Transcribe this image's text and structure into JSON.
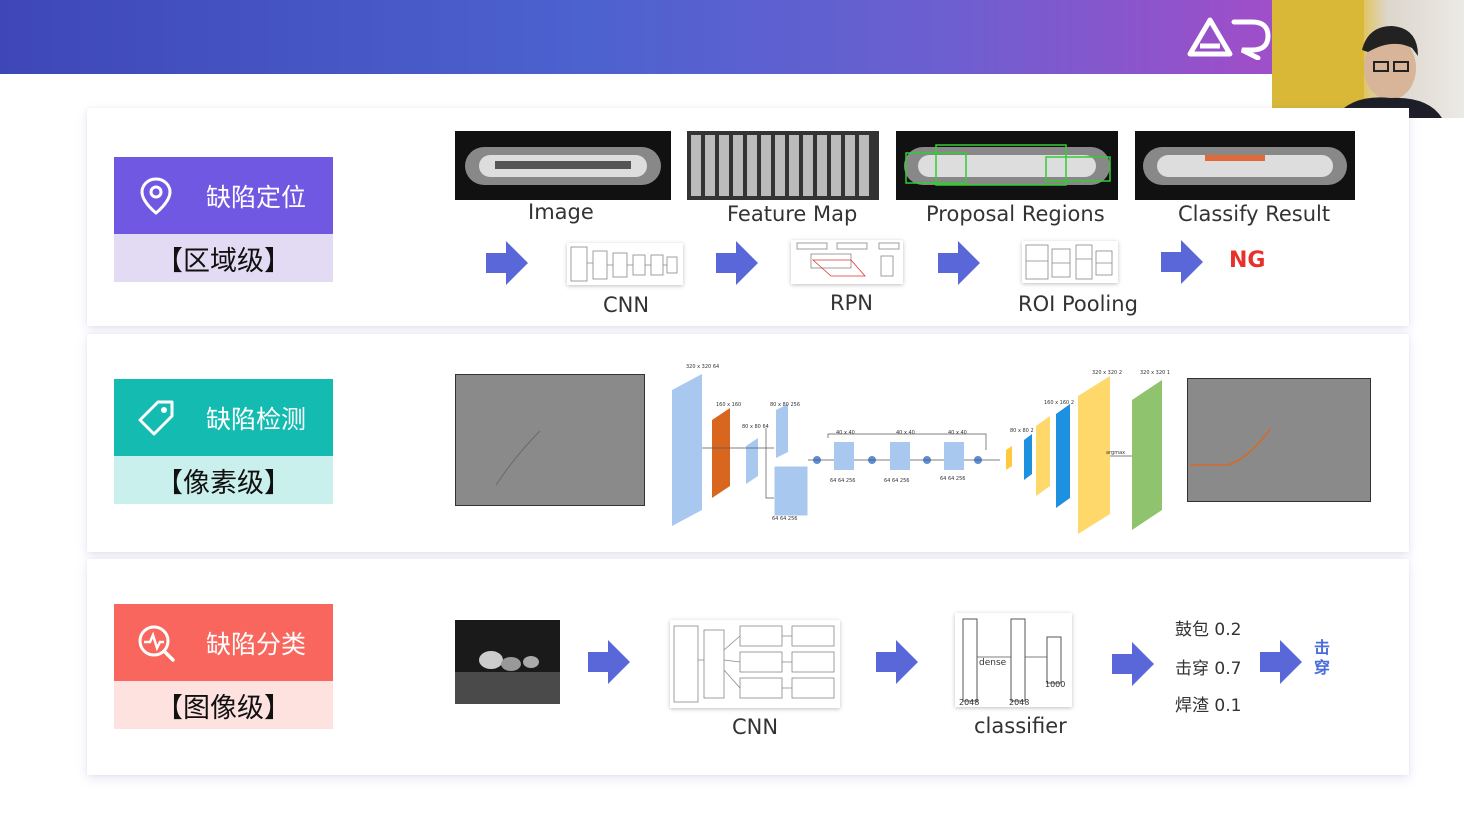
{
  "colors": {
    "locate": "#7158e2",
    "locate_sub": "#e3dbf4",
    "detect": "#14bbb0",
    "detect_sub": "#c9f0ec",
    "classify": "#f9665e",
    "classify_sub": "#fde2e0",
    "arrow": "#5a67d8",
    "ng": "#e8312a"
  },
  "logo": "ARD-logo",
  "rows": {
    "locate": {
      "title": "缺陷定位",
      "level": "【区域级】",
      "icon": "location-pin-icon",
      "top_labels": [
        "Image",
        "Feature Map",
        "Proposal Regions",
        "Classify Result"
      ],
      "bottom_labels": [
        "CNN",
        "RPN",
        "ROI Pooling"
      ],
      "result": "NG"
    },
    "detect": {
      "title": "缺陷检测",
      "level": "【像素级】",
      "icon": "tag-icon",
      "net_labels": {
        "a": "320 x 320 64",
        "b": "160 x 160",
        "c": "80 x 80 256",
        "d": "80 x 80 64",
        "e": "40 x 40",
        "f": "40 x 40",
        "g": "40 x 40",
        "h": "64 64 256",
        "i": "64 64 256",
        "j": "64 64 256",
        "k": "64 64 256",
        "l": "80 x 80 2",
        "m": "160 x 160 2",
        "n": "320 x 320 2",
        "o": "320 x 320 1",
        "p": "argmax"
      }
    },
    "classify": {
      "title": "缺陷分类",
      "level": "【图像级】",
      "icon": "pulse-search-icon",
      "cnn_label": "CNN",
      "classifier_label": "classifier",
      "dense": "dense",
      "n1": "2048",
      "n2": "2048",
      "n3": "1000",
      "probs": [
        "鼓包 0.2",
        "击穿 0.7",
        "焊渣 0.1"
      ],
      "result": "击穿"
    }
  }
}
